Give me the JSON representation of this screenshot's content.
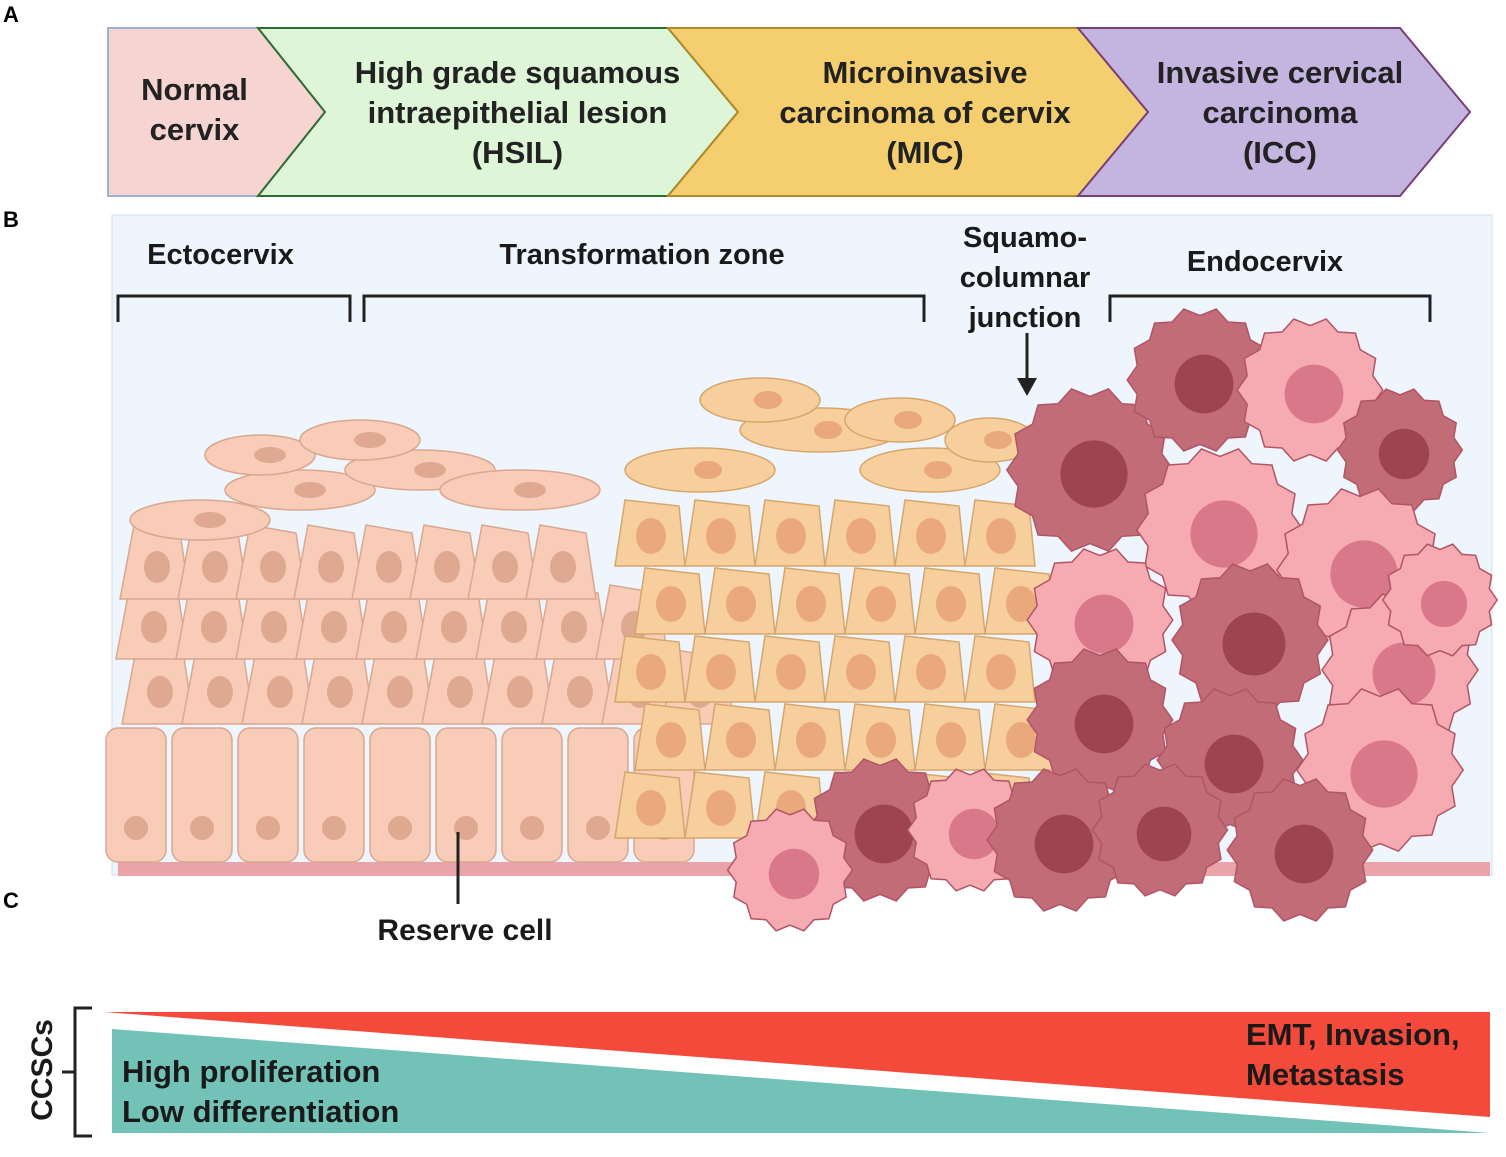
{
  "panels": {
    "a": "A",
    "b": "B",
    "c": "C"
  },
  "progression": [
    {
      "line1": "Normal",
      "line2": "cervix",
      "line3": "",
      "fill": "#f6d4d2",
      "stroke": "#9fb0d6"
    },
    {
      "line1": "High grade squamous",
      "line2": "intraepithelial lesion",
      "line3": "(HSIL)",
      "fill": "#dff5d8",
      "stroke": "#2e6b2e"
    },
    {
      "line1": "Microinvasive",
      "line2": "carcinoma of cervix",
      "line3": "(MIC)",
      "fill": "#f5cf6f",
      "stroke": "#b08a2a"
    },
    {
      "line1": "Invasive cervical",
      "line2": "carcinoma",
      "line3": "(ICC)",
      "fill": "#c3b5e0",
      "stroke": "#7a3f7a"
    }
  ],
  "regions": {
    "ectocervix": "Ectocervix",
    "transformation_zone": "Transformation zone",
    "sc_junction_1": "Squamo-",
    "sc_junction_2": "columnar",
    "sc_junction_3": "junction",
    "endocervix": "Endocervix",
    "reserve_cell": "Reserve cell"
  },
  "gradient": {
    "axis_label": "CCSCs",
    "left_line1": "High proliferation",
    "left_line2": "Low differentiation",
    "right_line1": "EMT, Invasion,",
    "right_line2": "Metastasis",
    "left_color": "#73c2b8",
    "right_color": "#f44a3c"
  },
  "colors": {
    "background_panel": "#eef5fc",
    "basement": "#eaa3a8",
    "normal_cell": "#f8ccb6",
    "normal_nucleus": "#dfa891",
    "hsil_cell": "#f7cf9d",
    "hsil_nucleus": "#eaa97b",
    "cancer_dark": "#c26c78",
    "cancer_light": "#f6aab1",
    "cancer_nucleus": "#9e4352"
  }
}
